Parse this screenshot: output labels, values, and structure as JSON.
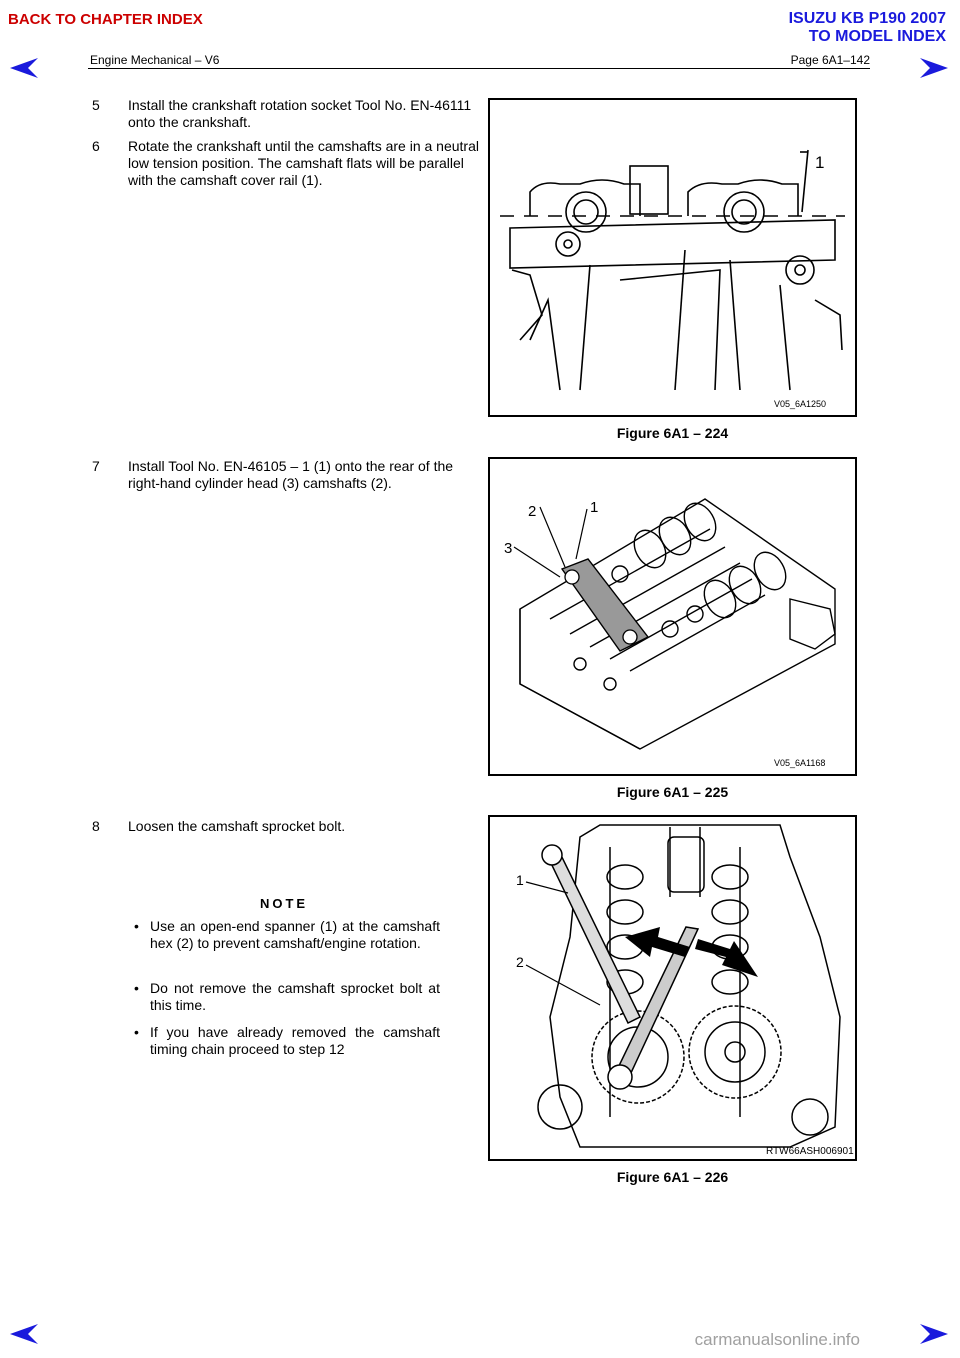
{
  "nav": {
    "back_chapter": "BACK TO CHAPTER INDEX",
    "model_line1": "ISUZU KB P190 2007",
    "model_line2": "TO MODEL INDEX"
  },
  "header": {
    "title": "Engine Mechanical – V6",
    "page": "Page 6A1–142"
  },
  "steps": [
    {
      "num": "5",
      "text": "Install the crankshaft rotation socket Tool No. EN-46111 onto the crankshaft."
    },
    {
      "num": "6",
      "text": "Rotate the crankshaft until the camshafts are in a neutral low tension position. The camshaft flats will be parallel with the camshaft cover rail (1)."
    },
    {
      "num": "7",
      "text": "Install Tool No. EN-46105 – 1 (1) onto the rear of the right-hand cylinder head (3) camshafts (2)."
    },
    {
      "num": "8",
      "text": "Loosen the camshaft sprocket bolt."
    }
  ],
  "note": {
    "heading": "NOTE",
    "bullets": [
      "Use an open-end spanner (1) at the camshaft hex (2) to prevent camshaft/engine rotation.",
      "Do not remove the camshaft sprocket bolt at this time.",
      "If you have already removed the camshaft timing chain proceed to step 12"
    ]
  },
  "figures": [
    {
      "caption": "Figure 6A1 – 224",
      "code": "V05_6A1250",
      "callouts": [
        "1"
      ]
    },
    {
      "caption": "Figure 6A1 – 225",
      "code": "V05_6A1168",
      "callouts": [
        "2",
        "1",
        "3"
      ]
    },
    {
      "caption": "Figure 6A1 – 226",
      "code": "RTW66ASH006901",
      "callouts": [
        "1",
        "2"
      ]
    }
  ],
  "watermark": "carmanualsonline.info",
  "colors": {
    "nav_red": "#cc0000",
    "nav_blue": "#1a1adc",
    "arrow_blue": "#1a1adc"
  },
  "icons": [
    "prev-page-arrow-icon",
    "next-page-arrow-icon"
  ]
}
